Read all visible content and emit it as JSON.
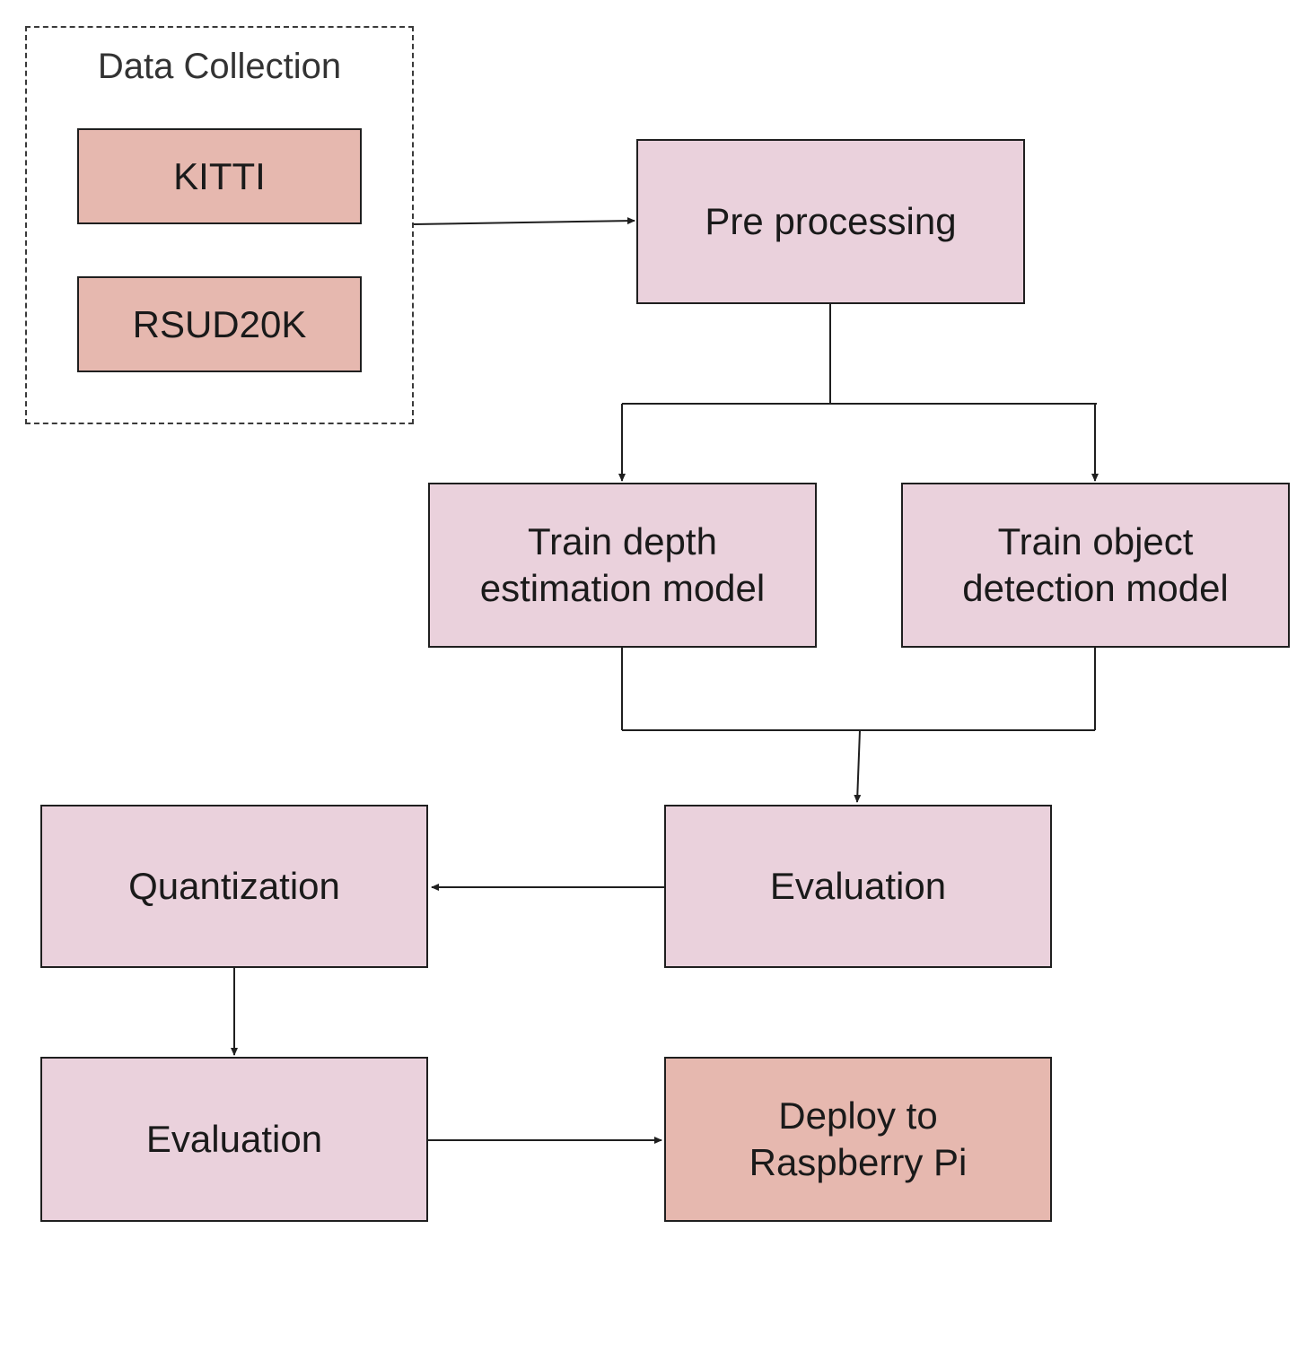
{
  "group": {
    "title": "Data Collection"
  },
  "nodes": {
    "kitti": "KITTI",
    "rsud": "RSUD20K",
    "preprocessing": "Pre processing",
    "train_depth": "Train depth\nestimation model",
    "train_object": "Train object\ndetection model",
    "evaluation_1": "Evaluation",
    "quantization": "Quantization",
    "evaluation_2": "Evaluation",
    "deploy": "Deploy to\nRaspberry Pi"
  },
  "colors": {
    "process_fill": "#ead1dc",
    "data_fill": "#e6b8af",
    "stroke": "#1f1f1f"
  }
}
